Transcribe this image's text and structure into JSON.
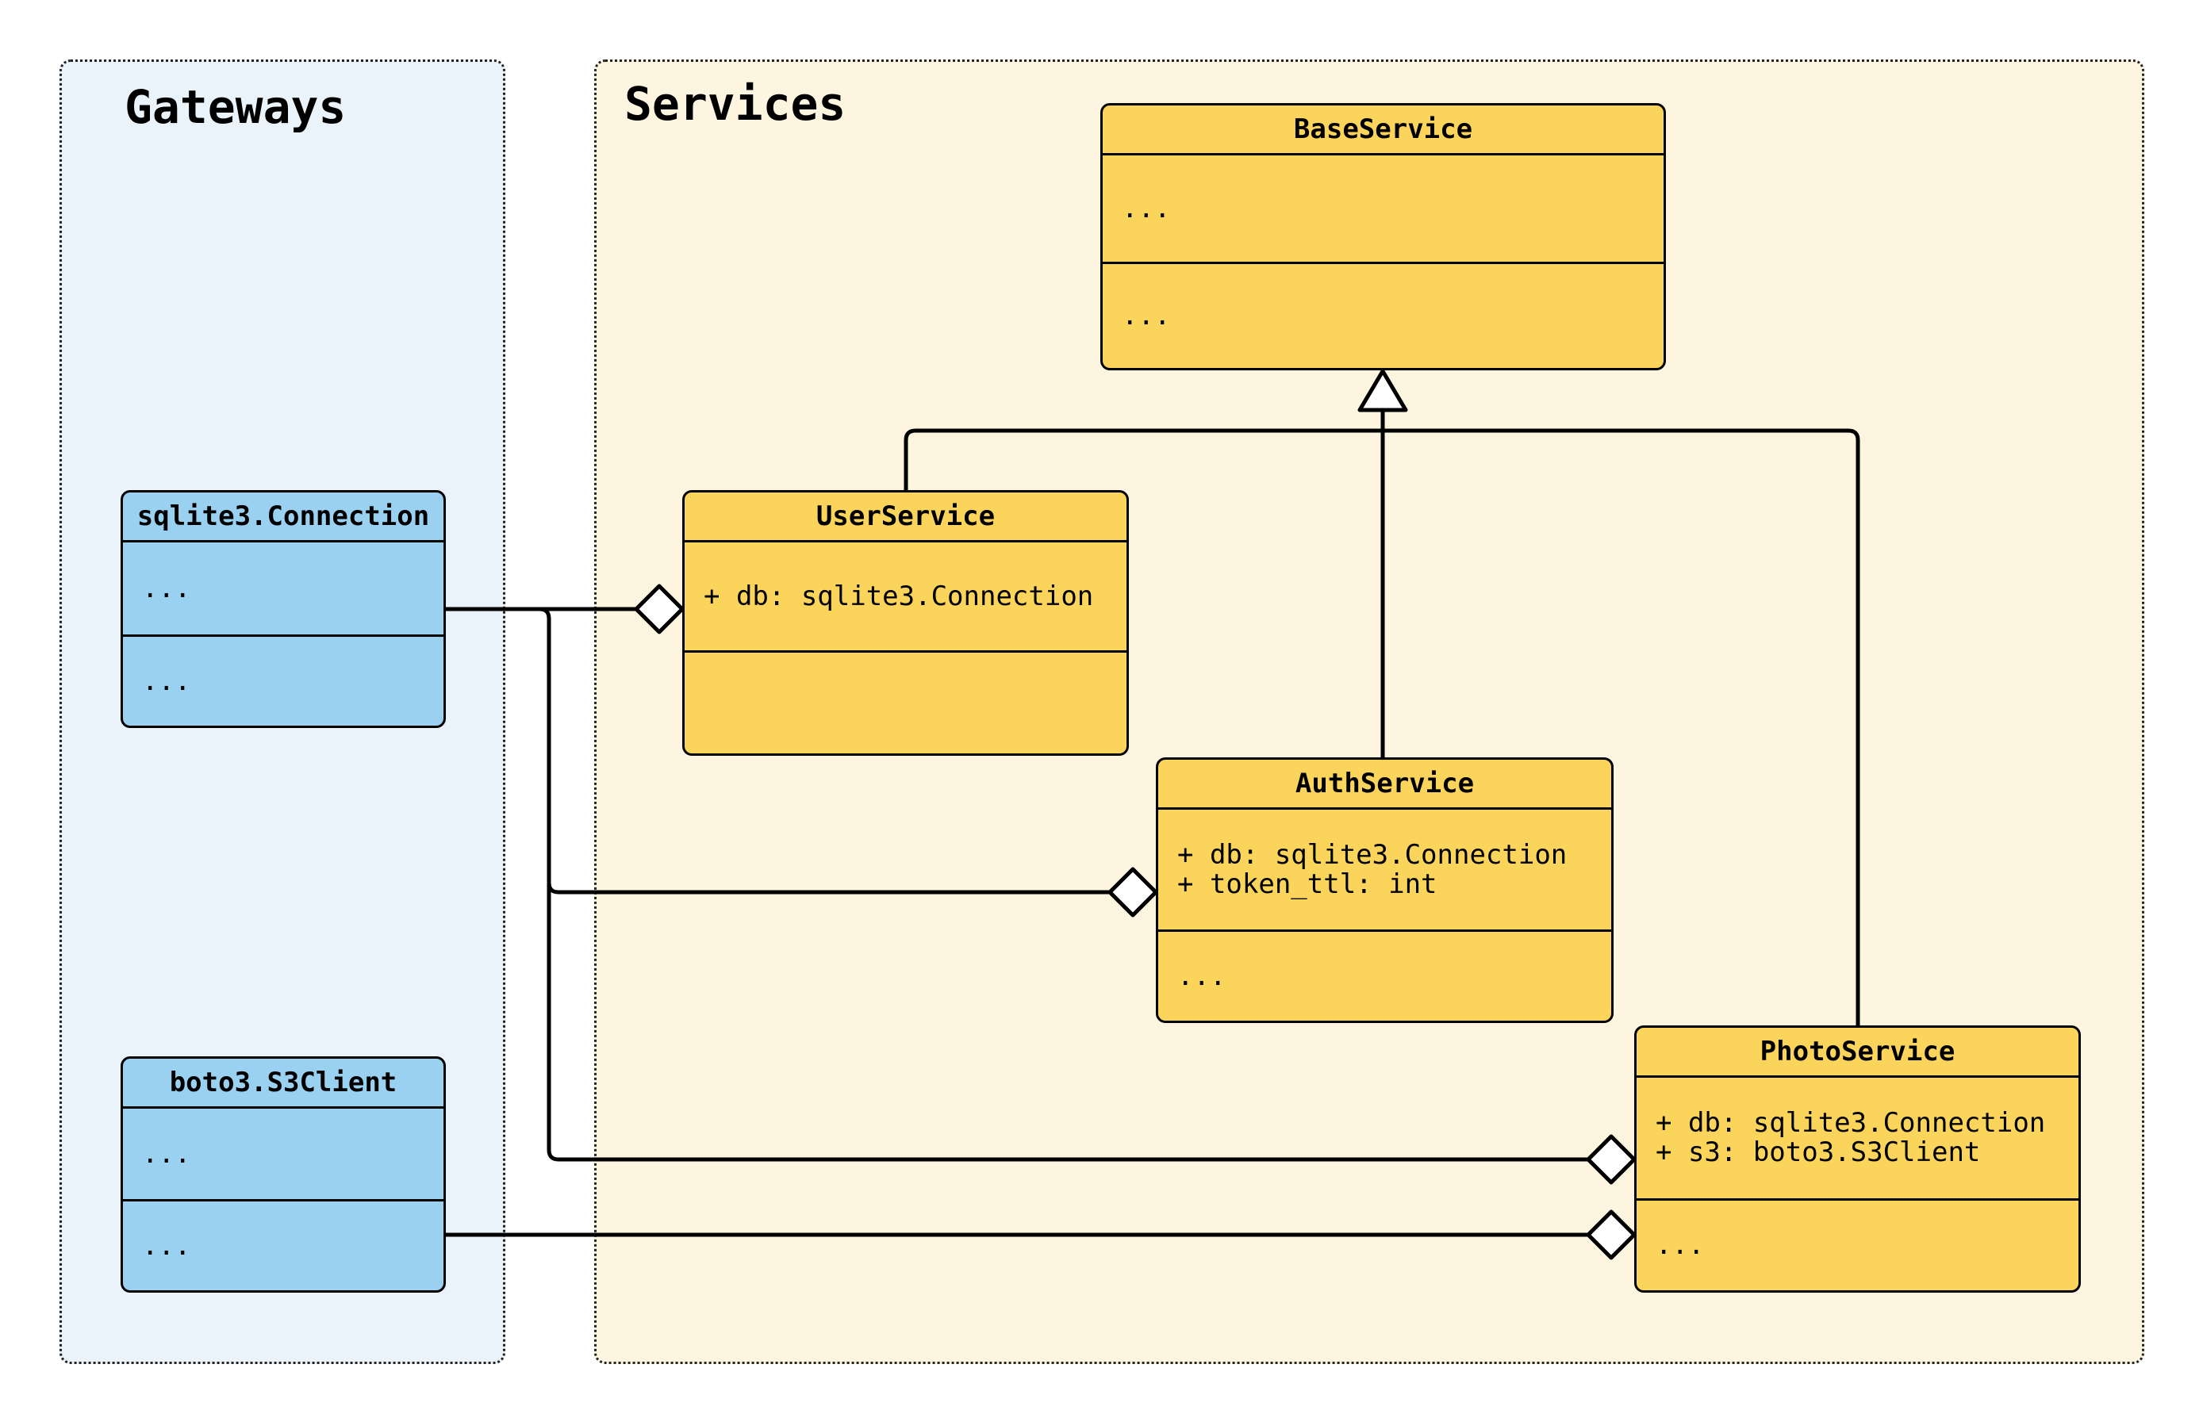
{
  "panels": {
    "gateways": {
      "title": "Gateways"
    },
    "services": {
      "title": "Services"
    }
  },
  "classes": {
    "base_service": {
      "title": "BaseService",
      "attributes": [
        "..."
      ],
      "methods": [
        "..."
      ]
    },
    "user_service": {
      "title": "UserService",
      "attributes": [
        "+ db: sqlite3.Connection"
      ],
      "methods": []
    },
    "auth_service": {
      "title": "AuthService",
      "attributes": [
        "+ db: sqlite3.Connection",
        "+ token_ttl: int"
      ],
      "methods": [
        "..."
      ]
    },
    "photo_service": {
      "title": "PhotoService",
      "attributes": [
        "+ db: sqlite3.Connection",
        "+ s3: boto3.S3Client"
      ],
      "methods": [
        "..."
      ]
    },
    "sqlite_connection": {
      "title": "sqlite3.Connection",
      "attributes": [
        "..."
      ],
      "methods": [
        "..."
      ]
    },
    "boto3_s3client": {
      "title": "boto3.S3Client",
      "attributes": [
        "..."
      ],
      "methods": [
        "..."
      ]
    }
  },
  "relationships": [
    {
      "type": "inheritance",
      "from": "UserService",
      "to": "BaseService"
    },
    {
      "type": "inheritance",
      "from": "AuthService",
      "to": "BaseService"
    },
    {
      "type": "inheritance",
      "from": "PhotoService",
      "to": "BaseService"
    },
    {
      "type": "aggregation",
      "from": "sqlite3.Connection",
      "to": "UserService"
    },
    {
      "type": "aggregation",
      "from": "sqlite3.Connection",
      "to": "AuthService"
    },
    {
      "type": "aggregation",
      "from": "sqlite3.Connection",
      "to": "PhotoService"
    },
    {
      "type": "aggregation",
      "from": "boto3.S3Client",
      "to": "PhotoService"
    }
  ],
  "colors": {
    "class_yellow": "#FBD45B",
    "class_blue": "#9AD0F0",
    "gateways_panel_bg": "#EAF2FA",
    "services_panel_bg": "#FDF5E0",
    "edge": "#000000",
    "canvas_bg": "#FFFFFF"
  }
}
